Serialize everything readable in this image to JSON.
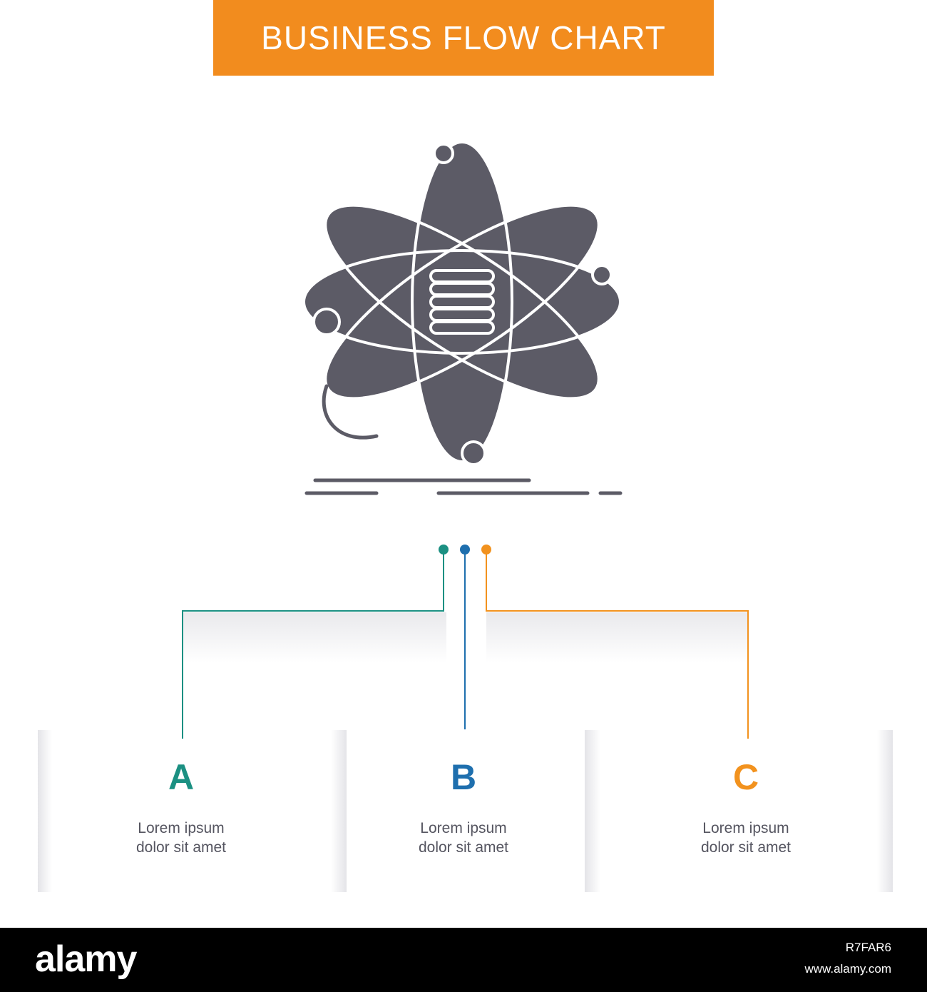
{
  "header": {
    "title": "BUSINESS FLOW CHART"
  },
  "icon": {
    "name": "atom-analysis-coins-icon"
  },
  "colors": {
    "accent": "#f28c1e",
    "step_a": "#1b9082",
    "step_b": "#1e6fae",
    "step_c": "#f2921e",
    "icon": "#5c5b66"
  },
  "steps": [
    {
      "letter": "A",
      "line1": "Lorem ipsum",
      "line2": "dolor sit amet"
    },
    {
      "letter": "B",
      "line1": "Lorem ipsum",
      "line2": "dolor sit amet"
    },
    {
      "letter": "C",
      "line1": "Lorem ipsum",
      "line2": "dolor sit amet"
    }
  ],
  "footer": {
    "logo": "alamy",
    "image_id": "R7FAR6",
    "url": "www.alamy.com"
  }
}
